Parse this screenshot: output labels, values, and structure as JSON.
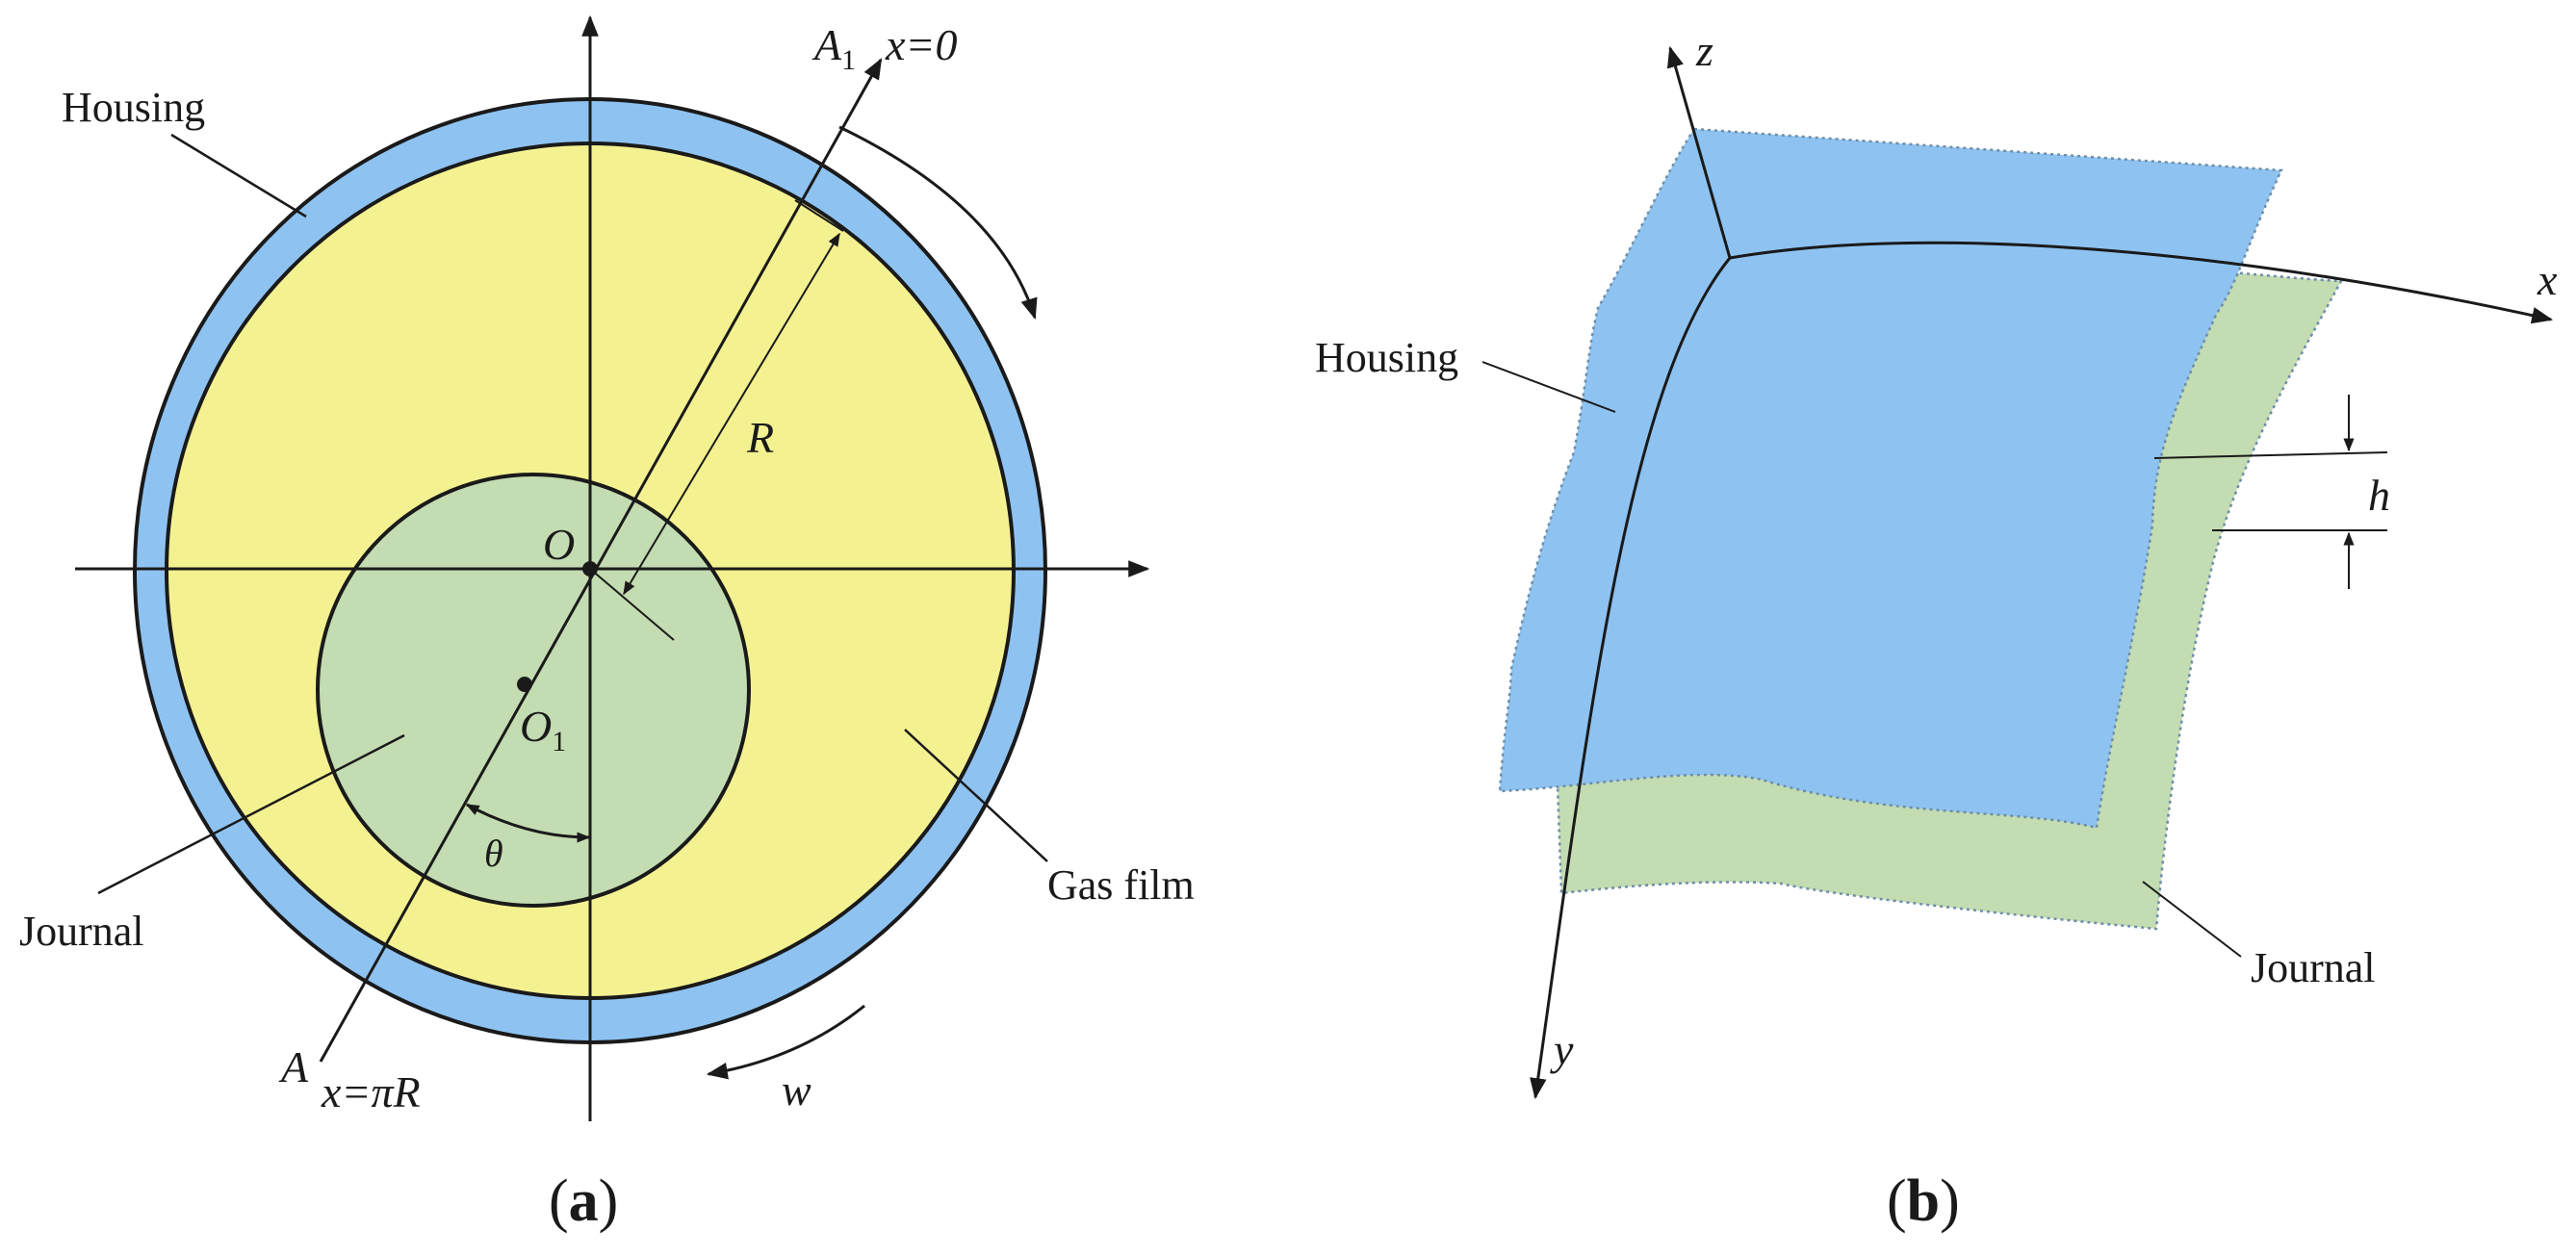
{
  "colors": {
    "housing": "#8ec3f1",
    "gas_film": "#f4f191",
    "journal": "#c3dcb1",
    "stroke": "#1a1a1a"
  },
  "panel_a": {
    "caption_open": "(",
    "caption_letter": "a",
    "caption_close": ")",
    "housing_label": "Housing",
    "journal_label": "Journal",
    "gas_film_label": "Gas film",
    "point_A1": "A",
    "point_A1_sub": "1",
    "x_zero": "x=0",
    "point_A": "A",
    "x_pi_R": "x=πR",
    "radius_label": "R",
    "center_O": "O",
    "center_O1": "O",
    "center_O1_sub": "1",
    "angle_label": "θ",
    "speed_label": "w"
  },
  "panel_b": {
    "caption_open": "(",
    "caption_letter": "b",
    "caption_close": ")",
    "housing_label": "Housing",
    "journal_label": "Journal",
    "axis_x": "x",
    "axis_y": "y",
    "axis_z": "z",
    "gap_label": "h"
  }
}
